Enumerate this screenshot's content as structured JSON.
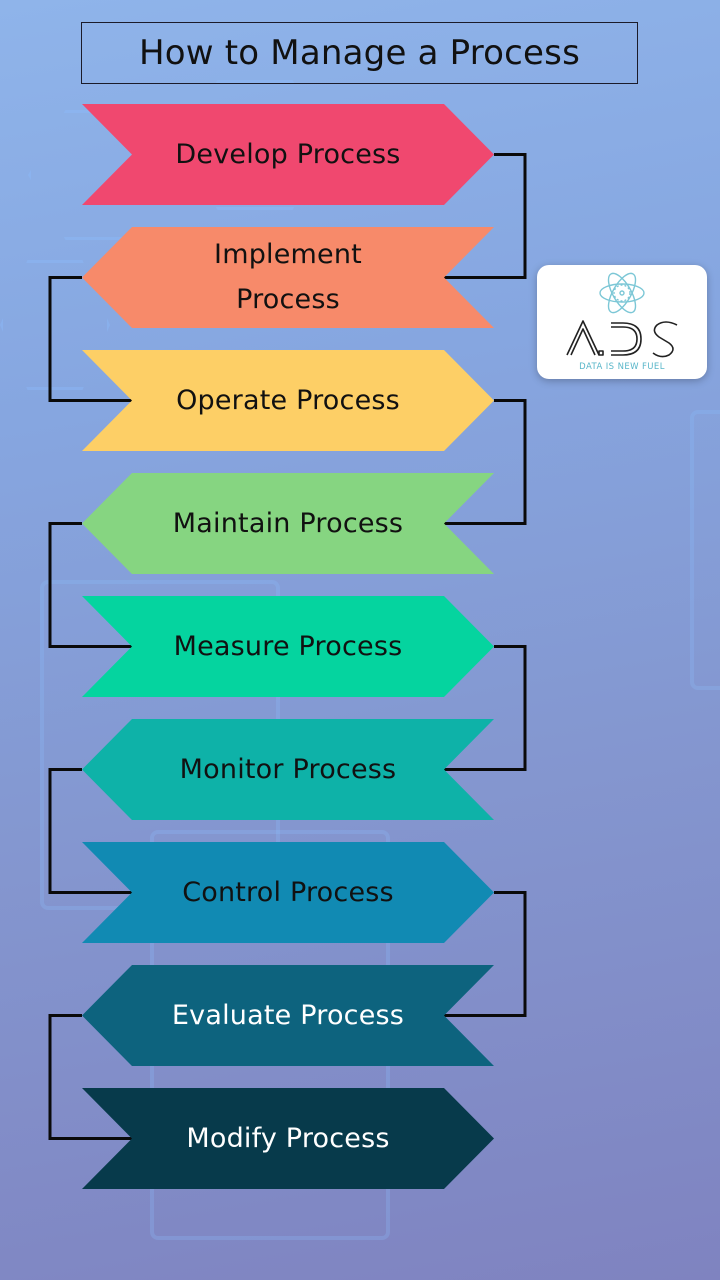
{
  "title": "How to Manage a Process",
  "steps": [
    {
      "label": "Develop Process",
      "color": "#f0486f",
      "text_color": "#111111",
      "direction": "right"
    },
    {
      "label": "Implement Process",
      "color": "#f78a6a",
      "text_color": "#111111",
      "direction": "left"
    },
    {
      "label": "Operate Process",
      "color": "#fdcf66",
      "text_color": "#111111",
      "direction": "right"
    },
    {
      "label": "Maintain Process",
      "color": "#86d581",
      "text_color": "#111111",
      "direction": "left"
    },
    {
      "label": "Measure Process",
      "color": "#05d49f",
      "text_color": "#111111",
      "direction": "right"
    },
    {
      "label": "Monitor Process",
      "color": "#0eb2a8",
      "text_color": "#111111",
      "direction": "left"
    },
    {
      "label": "Control Process",
      "color": "#118ab3",
      "text_color": "#111111",
      "direction": "right"
    },
    {
      "label": "Evaluate Process",
      "color": "#0d637e",
      "text_color": "#ffffff",
      "direction": "left"
    },
    {
      "label": "Modify Process",
      "color": "#073a4b",
      "text_color": "#ffffff",
      "direction": "right"
    }
  ],
  "connector_color": "#0a0a0a",
  "logo": {
    "letters": "A.DS",
    "tagline": "DATA IS NEW FUEL",
    "atom_color": "#7cc7d6",
    "tagline_color": "#59b6c9"
  }
}
